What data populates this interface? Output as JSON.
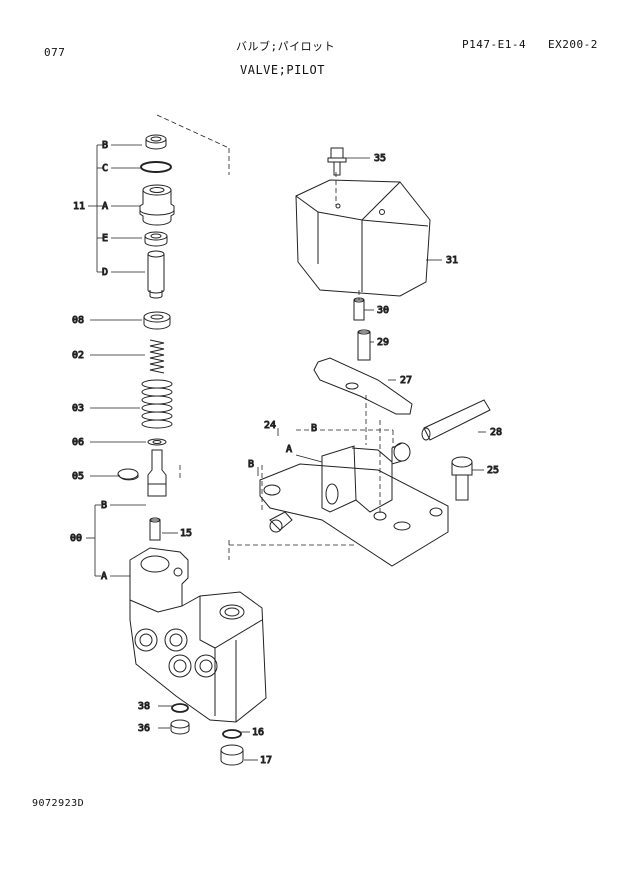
{
  "header": {
    "page_code": "077",
    "title_jp": "バルブ;パイロット",
    "title_en": "VALVE;PILOT",
    "ref_code": "P147-E1-4",
    "model": "EX200-2"
  },
  "footer": {
    "drawing_number": "9072923D"
  },
  "callouts": [
    {
      "id": "B1",
      "text": "B"
    },
    {
      "id": "C",
      "text": "C"
    },
    {
      "id": "11",
      "text": "11"
    },
    {
      "id": "A1",
      "text": "A"
    },
    {
      "id": "E",
      "text": "E"
    },
    {
      "id": "D",
      "text": "D"
    },
    {
      "id": "08",
      "text": "08"
    },
    {
      "id": "02",
      "text": "02"
    },
    {
      "id": "03",
      "text": "03"
    },
    {
      "id": "06",
      "text": "06"
    },
    {
      "id": "05",
      "text": "05"
    },
    {
      "id": "B2",
      "text": "B"
    },
    {
      "id": "15",
      "text": "15"
    },
    {
      "id": "00",
      "text": "00"
    },
    {
      "id": "A2",
      "text": "A"
    },
    {
      "id": "38",
      "text": "38"
    },
    {
      "id": "36",
      "text": "36"
    },
    {
      "id": "16",
      "text": "16"
    },
    {
      "id": "17",
      "text": "17"
    },
    {
      "id": "35",
      "text": "35"
    },
    {
      "id": "31",
      "text": "31"
    },
    {
      "id": "30",
      "text": "30"
    },
    {
      "id": "29",
      "text": "29"
    },
    {
      "id": "27",
      "text": "27"
    },
    {
      "id": "24",
      "text": "24"
    },
    {
      "id": "B3",
      "text": "B"
    },
    {
      "id": "28",
      "text": "28"
    },
    {
      "id": "B4",
      "text": "B"
    },
    {
      "id": "A3",
      "text": "A"
    },
    {
      "id": "25",
      "text": "25"
    }
  ]
}
